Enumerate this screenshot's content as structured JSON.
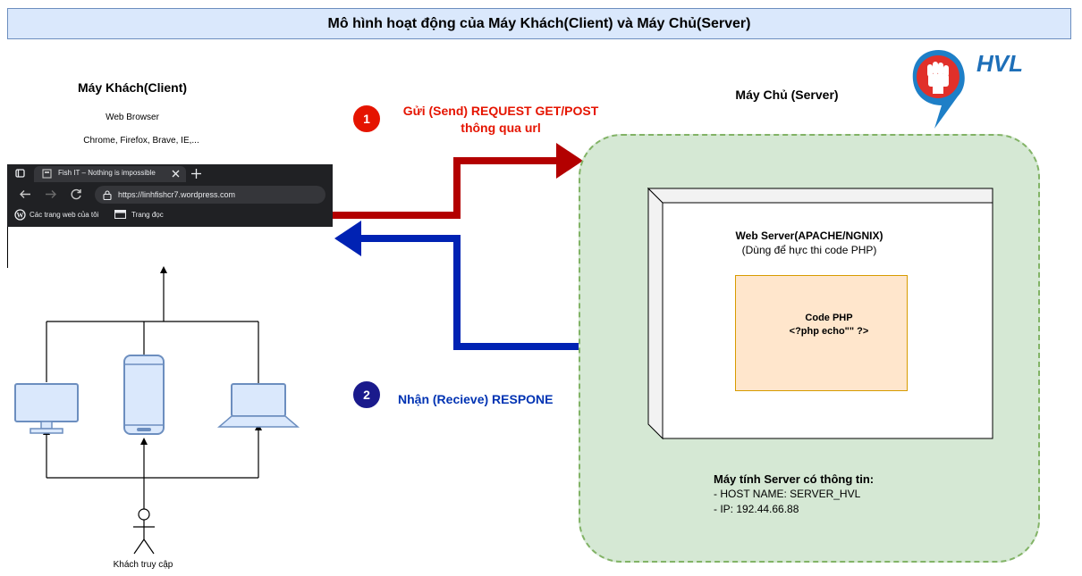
{
  "title": "Mô hình hoạt động của Máy Khách(Client) và Máy Chủ(Server)",
  "client": {
    "heading": "Máy Khách(Client)",
    "browser_label": "Web Browser",
    "browser_list": "Chrome, Firefox, Brave, IE,...",
    "browser": {
      "tab_title": "Fish IT – Nothing is impossible",
      "url": "https://linhfishcr7.wordpress.com",
      "bookmark_1": "Các trang web của tôi",
      "bookmark_2": "Trang đọc"
    },
    "user_label": "Khách truy cập"
  },
  "request": {
    "number": "1",
    "line1": "Gửi (Send) REQUEST GET/POST",
    "line2": "thông qua url"
  },
  "response": {
    "number": "2",
    "label": "Nhận (Recieve) RESPONE"
  },
  "server": {
    "heading": "Máy Chủ (Server)",
    "web_server_title": "Web Server(APACHE/NGNIX)",
    "web_server_subtitle": "(Dùng để hực thi code PHP)",
    "php_title": "Code PHP",
    "php_code": "<?php echo\"\" ?>",
    "info_title": "Máy tính Server có thông tin:",
    "info_host": "- HOST NAME: SERVER_HVL",
    "info_ip": "- IP: 192.44.66.88"
  },
  "logo": {
    "text": "HVL",
    "icon": "raised-fist-icon"
  },
  "colors": {
    "request": "#b30000",
    "response": "#0022b3",
    "step1": "#e51400",
    "step2": "#1a1a8c"
  }
}
